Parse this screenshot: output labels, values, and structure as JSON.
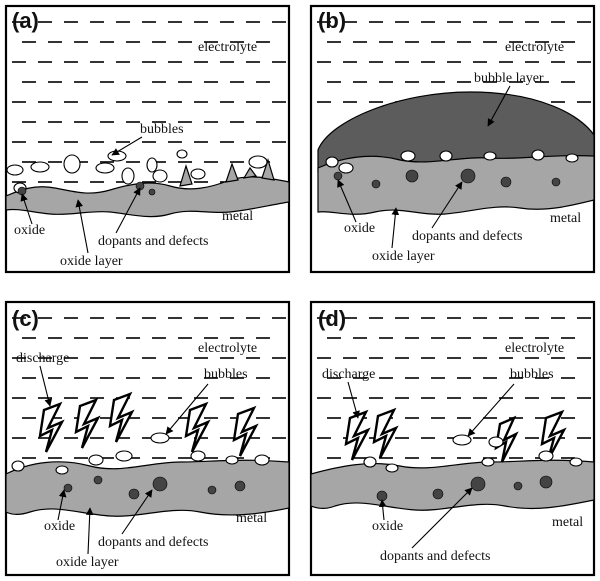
{
  "panels": [
    {
      "letter": "(a)",
      "labels": {
        "electrolyte": "electrolyte",
        "bubbles": "bubbles",
        "oxide": "oxide",
        "dopants": "dopants and defects",
        "oxide_layer": "oxide layer",
        "metal": "metal"
      }
    },
    {
      "letter": "(b)",
      "labels": {
        "electrolyte": "electrolyte",
        "bubble_layer": "bubble layer",
        "oxide": "oxide",
        "dopants": "dopants and defects",
        "oxide_layer": "oxide layer",
        "metal": "metal"
      }
    },
    {
      "letter": "(c)",
      "labels": {
        "discharge": "discharge",
        "electrolyte": "electrolyte",
        "bubbles": "bubbles",
        "oxide": "oxide",
        "dopants": "dopants and defects",
        "oxide_layer": "oxide layer",
        "metal": "metal"
      }
    },
    {
      "letter": "(d)",
      "labels": {
        "discharge": "discharge",
        "electrolyte": "electrolyte",
        "bubbles": "bubbles",
        "oxide": "oxide",
        "dopants": "dopants and defects",
        "metal": "metal"
      }
    }
  ],
  "colors": {
    "oxide_fill": "#a6a6a6",
    "bubble_layer_fill": "#5c5c5c",
    "defect_fill": "#444444",
    "frame": "#000000"
  }
}
